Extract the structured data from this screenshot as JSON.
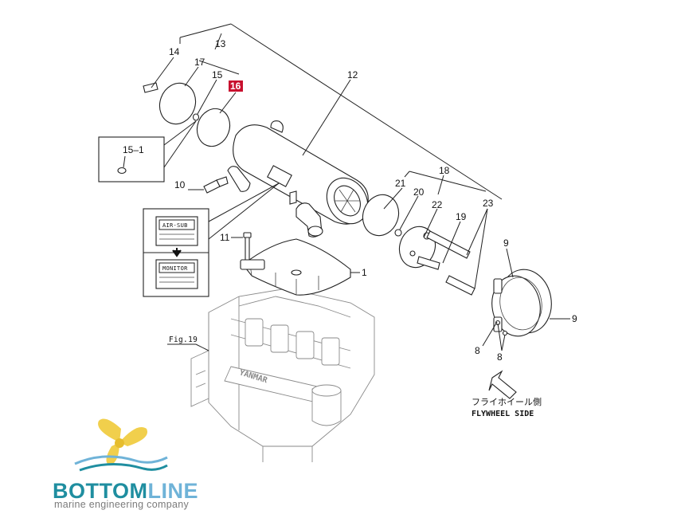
{
  "callouts": {
    "c1": "1",
    "c8a": "8",
    "c8b": "8",
    "c9a": "9",
    "c9b": "9",
    "c10": "10",
    "c11": "11",
    "c12": "12",
    "c13": "13",
    "c14": "14",
    "c15": "15",
    "c15_1": "15–1",
    "c16": "16",
    "c17": "17",
    "c18": "18",
    "c19": "19",
    "c20": "20",
    "c21": "21",
    "c22": "22",
    "c23": "23"
  },
  "fig_ref": "Fig.19",
  "plates": {
    "top": "AIR-SUB",
    "bottom": "MONITOR"
  },
  "engine_brand": "YANMAR",
  "flywheel": {
    "jp": "フライホイール側",
    "en": "FLYWHEEL SIDE"
  },
  "logo": {
    "brand_a": "BOTTOM",
    "brand_b": "LINE",
    "tagline": "marine engineering company",
    "colors": {
      "gold": "#f1cf4c",
      "teal": "#1f8ea0",
      "blue": "#6fb3d8",
      "gray": "#7b7b7b"
    }
  },
  "highlight_color": "#c8102e"
}
